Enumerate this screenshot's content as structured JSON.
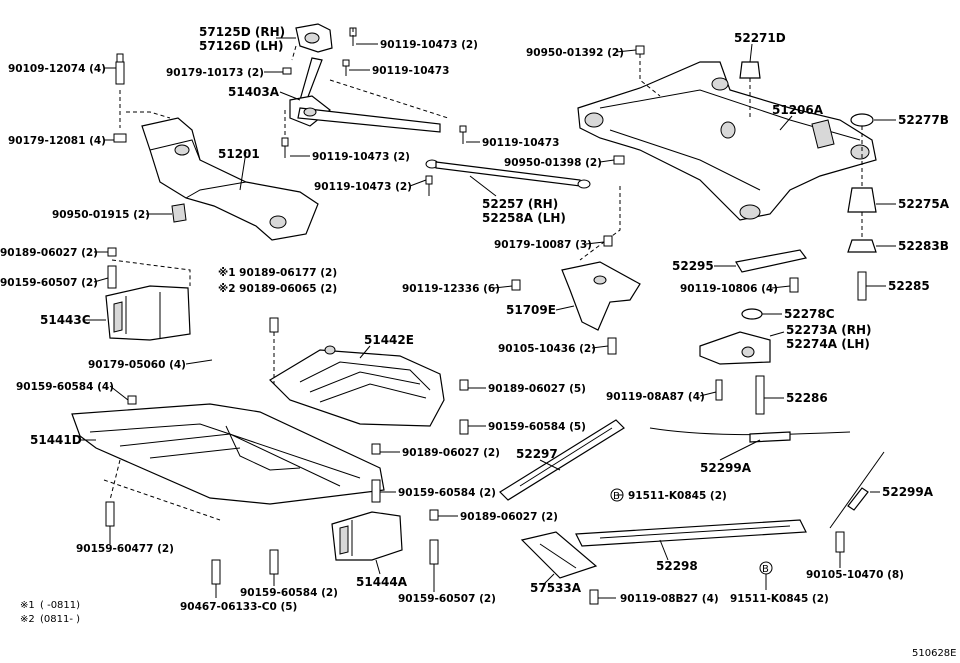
{
  "labels": [
    {
      "id": "57125D",
      "text": "57125D (RH)"
    },
    {
      "id": "57126D",
      "text": "57126D (LH)"
    },
    {
      "id": "90119-10473a",
      "text": "90119-10473 (2)"
    },
    {
      "id": "90109-12074",
      "text": "90109-12074 (4)"
    },
    {
      "id": "90179-10173",
      "text": "90179-10173 (2)"
    },
    {
      "id": "90119-10473b",
      "text": "90119-10473"
    },
    {
      "id": "51403A",
      "text": "51403A"
    },
    {
      "id": "90179-12081",
      "text": "90179-12081 (4)"
    },
    {
      "id": "90119-10473c",
      "text": "90119-10473"
    },
    {
      "id": "90119-10473d",
      "text": "90119-10473 (2)"
    },
    {
      "id": "51201",
      "text": "51201"
    },
    {
      "id": "90950-01398",
      "text": "90950-01398 (2)"
    },
    {
      "id": "90119-10473e",
      "text": "90119-10473 (2)"
    },
    {
      "id": "52257",
      "text": "52257 (RH)"
    },
    {
      "id": "52258A",
      "text": "52258A (LH)"
    },
    {
      "id": "90950-01915",
      "text": "90950-01915 (2)"
    },
    {
      "id": "90950-01392",
      "text": "90950-01392 (2)"
    },
    {
      "id": "52271D",
      "text": "52271D"
    },
    {
      "id": "51206A",
      "text": "51206A"
    },
    {
      "id": "52277B",
      "text": "52277B"
    },
    {
      "id": "52275A",
      "text": "52275A"
    },
    {
      "id": "52283B",
      "text": "52283B"
    },
    {
      "id": "52285",
      "text": "52285"
    },
    {
      "id": "52295",
      "text": "52295"
    },
    {
      "id": "90119-10806",
      "text": "90119-10806 (4)"
    },
    {
      "id": "52278C",
      "text": "52278C"
    },
    {
      "id": "52273A",
      "text": "52273A (RH)"
    },
    {
      "id": "52274A",
      "text": "52274A (LH)"
    },
    {
      "id": "90189-06027a",
      "text": "90189-06027 (2)"
    },
    {
      "id": "90159-60507a",
      "text": "90159-60507 (2)"
    },
    {
      "id": "note1",
      "text": "※1  90189-06177 (2)"
    },
    {
      "id": "note2",
      "text": "※2  90189-06065 (2)"
    },
    {
      "id": "90179-10087",
      "text": "90179-10087 (3)"
    },
    {
      "id": "90119-12336",
      "text": "90119-12336 (6)"
    },
    {
      "id": "51709E",
      "text": "51709E"
    },
    {
      "id": "90105-10436",
      "text": "90105-10436 (2)"
    },
    {
      "id": "51443C",
      "text": "51443C"
    },
    {
      "id": "51442E",
      "text": "51442E"
    },
    {
      "id": "90179-05060",
      "text": "90179-05060 (4)"
    },
    {
      "id": "90159-60584a",
      "text": "90159-60584 (4)"
    },
    {
      "id": "90189-06027b",
      "text": "90189-06027 (5)"
    },
    {
      "id": "90159-60584b",
      "text": "90159-60584 (5)"
    },
    {
      "id": "90119-08A87",
      "text": "90119-08A87 (4)"
    },
    {
      "id": "52286",
      "text": "52286"
    },
    {
      "id": "51441D",
      "text": "51441D"
    },
    {
      "id": "52297",
      "text": "52297"
    },
    {
      "id": "90189-06027c",
      "text": "90189-06027 (2)"
    },
    {
      "id": "52299A_a",
      "text": "52299A"
    },
    {
      "id": "90159-60584c",
      "text": "90159-60584 (2)"
    },
    {
      "id": "91511-K0845a",
      "text": "91511-K0845 (2)"
    },
    {
      "id": "52299A_b",
      "text": "52299A"
    },
    {
      "id": "90189-06027d",
      "text": "90189-06027 (2)"
    },
    {
      "id": "90159-60477",
      "text": "90159-60477 (2)"
    },
    {
      "id": "52298",
      "text": "52298"
    },
    {
      "id": "90105-10470",
      "text": "90105-10470 (8)"
    },
    {
      "id": "51444A",
      "text": "51444A"
    },
    {
      "id": "57533A",
      "text": "57533A"
    },
    {
      "id": "90159-60584d",
      "text": "90159-60584 (2)"
    },
    {
      "id": "90467-06133",
      "text": "90467-06133-C0 (5)"
    },
    {
      "id": "90159-60507b",
      "text": "90159-60507 (2)"
    },
    {
      "id": "90119-08B27",
      "text": "90119-08B27 (4)"
    },
    {
      "id": "91511-K0845b",
      "text": "91511-K0845 (2)"
    }
  ],
  "footnotes": [
    {
      "mark": "※1",
      "text": "(     -0811)"
    },
    {
      "mark": "※2",
      "text": "(0811-     )"
    }
  ],
  "circle_mark": "B",
  "figure_code": "510628E"
}
